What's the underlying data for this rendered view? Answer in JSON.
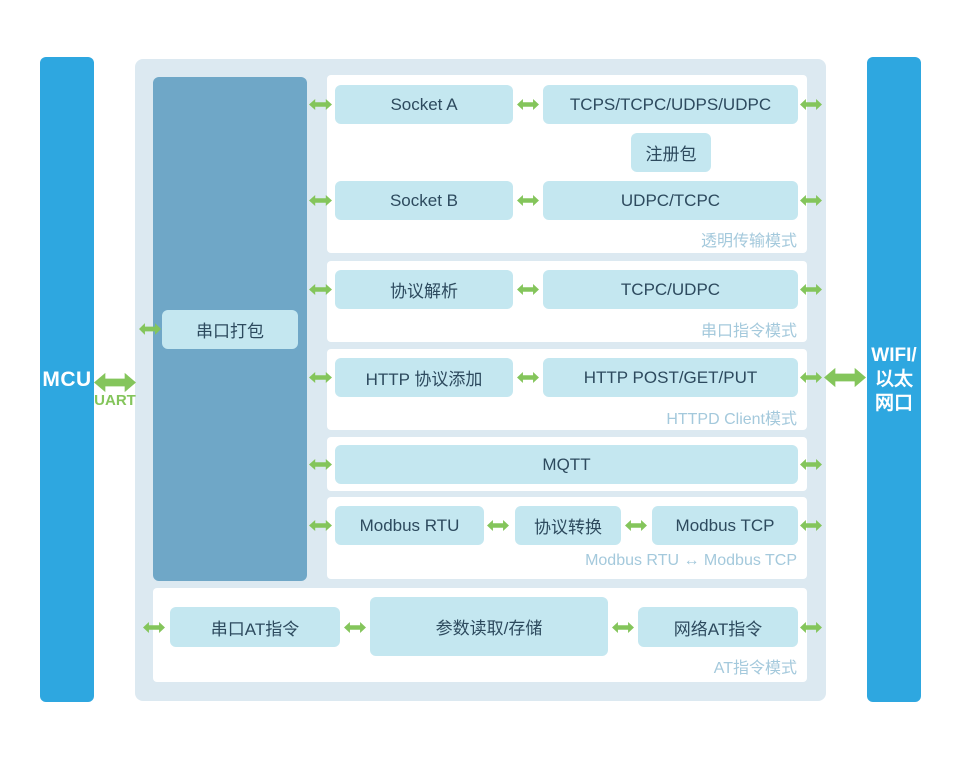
{
  "mcu": {
    "label": "MCU"
  },
  "wifi": {
    "line1": "WIFI/",
    "line2": "以太",
    "line3": "网口"
  },
  "uart": {
    "label": "UART"
  },
  "module": {
    "serial_pack": "串口打包",
    "transparent": {
      "socket_a": "Socket A",
      "protocols_a": "TCPS/TCPC/UDPS/UDPC",
      "register_packet": "注册包",
      "socket_b": "Socket B",
      "protocols_b": "UDPC/TCPC",
      "mode": "透明传输模式"
    },
    "serial_cmd": {
      "parse": "协议解析",
      "protocols": "TCPC/UDPC",
      "mode": "串口指令模式"
    },
    "httpd": {
      "add": "HTTP 协议添加",
      "methods": "HTTP POST/GET/PUT",
      "mode": "HTTPD Client模式"
    },
    "mqtt": {
      "label": "MQTT"
    },
    "modbus": {
      "rtu": "Modbus RTU",
      "convert": "协议转换",
      "tcp": "Modbus TCP",
      "mode": "Modbus RTU ↔ Modbus TCP"
    },
    "at": {
      "serial": "串口AT指令",
      "storage": "参数读取/存储",
      "network": "网络AT指令",
      "mode": "AT指令模式"
    }
  },
  "colors": {
    "bar_blue": "#2ea7e0",
    "container_bg": "#dce9f1",
    "column_blue": "#6fa7c7",
    "box_fill": "#c4e7f0",
    "box_text": "#2d4a5e",
    "mode_label": "#a4c9dc",
    "arrow_green": "#84c55b",
    "panel_bg": "#ffffff"
  }
}
